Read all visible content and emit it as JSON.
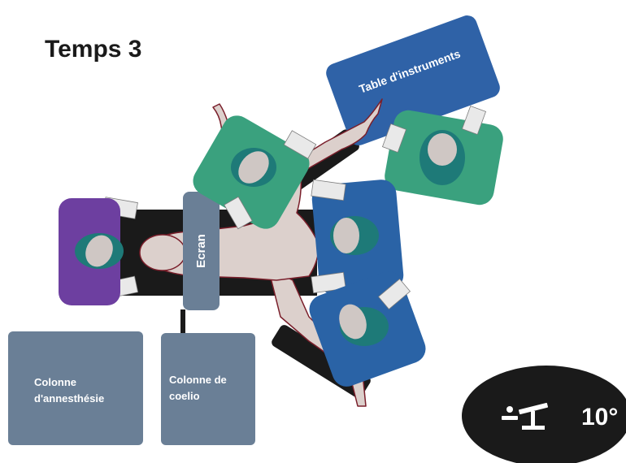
{
  "title": "Temps 3",
  "labels": {
    "instrument_table": "Table d'instruments",
    "screen": "Ecran",
    "anesthesia_column_line1": "Colonne",
    "anesthesia_column_line2": "d'annesthésie",
    "laparoscopy_column_line1": "Colonne de",
    "laparoscopy_column_line2": "coelio",
    "tilt_value": "10°"
  },
  "icons": [
    "operating-table-tilt-icon"
  ],
  "colors": {
    "green_gown": "#3aa17e",
    "blue_gown": "#2a63a6",
    "purple_gown": "#6d3fa0",
    "equipment": "#6a7f96",
    "table_blue": "#2f62a7",
    "head_teal": "#1e7a78",
    "patient_skin": "#dcd0cc",
    "patient_outline": "#7a1f2b",
    "black": "#1a1a1a"
  }
}
